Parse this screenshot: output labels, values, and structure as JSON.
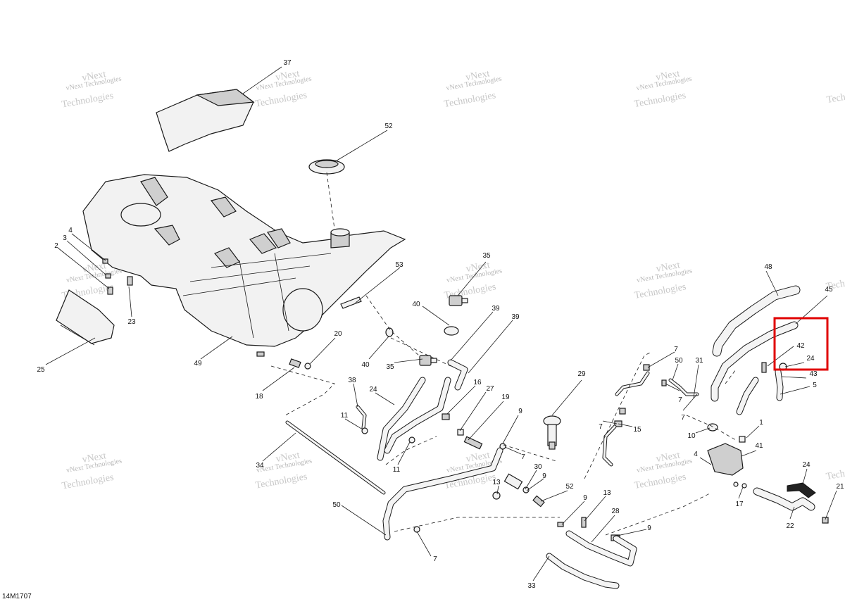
{
  "diagram_code": "14M1707",
  "watermark": {
    "line1": "vNext Technologies",
    "line2_a": "vNext",
    "line2_b": "Technologies"
  },
  "callouts": [
    {
      "id": "c37",
      "label": "37"
    },
    {
      "id": "c52a",
      "label": "52"
    },
    {
      "id": "c4a",
      "label": "4"
    },
    {
      "id": "c3",
      "label": "3"
    },
    {
      "id": "c2",
      "label": "2"
    },
    {
      "id": "c23",
      "label": "23"
    },
    {
      "id": "c25",
      "label": "25"
    },
    {
      "id": "c49",
      "label": "49"
    },
    {
      "id": "c53",
      "label": "53"
    },
    {
      "id": "c35a",
      "label": "35"
    },
    {
      "id": "c40a",
      "label": "40"
    },
    {
      "id": "c39a",
      "label": "39"
    },
    {
      "id": "c39b",
      "label": "39"
    },
    {
      "id": "c20",
      "label": "20"
    },
    {
      "id": "c18",
      "label": "18"
    },
    {
      "id": "c40b",
      "label": "40"
    },
    {
      "id": "c35b",
      "label": "35"
    },
    {
      "id": "c38",
      "label": "38"
    },
    {
      "id": "c24a",
      "label": "24"
    },
    {
      "id": "c11a",
      "label": "11"
    },
    {
      "id": "c11b",
      "label": "11"
    },
    {
      "id": "c16",
      "label": "16"
    },
    {
      "id": "c27",
      "label": "27"
    },
    {
      "id": "c19",
      "label": "19"
    },
    {
      "id": "c9a",
      "label": "9"
    },
    {
      "id": "c34",
      "label": "34"
    },
    {
      "id": "c50a",
      "label": "50"
    },
    {
      "id": "c7a",
      "label": "7"
    },
    {
      "id": "c13a",
      "label": "13"
    },
    {
      "id": "c30",
      "label": "30"
    },
    {
      "id": "c9b",
      "label": "9"
    },
    {
      "id": "c7b",
      "label": "7"
    },
    {
      "id": "c29",
      "label": "29"
    },
    {
      "id": "c52b",
      "label": "52"
    },
    {
      "id": "c9c",
      "label": "9"
    },
    {
      "id": "c13b",
      "label": "13"
    },
    {
      "id": "c28",
      "label": "28"
    },
    {
      "id": "c9d",
      "label": "9"
    },
    {
      "id": "c33",
      "label": "33"
    },
    {
      "id": "c7c",
      "label": "7"
    },
    {
      "id": "c50b",
      "label": "50"
    },
    {
      "id": "c31",
      "label": "31"
    },
    {
      "id": "c7d",
      "label": "7"
    },
    {
      "id": "c7e",
      "label": "7"
    },
    {
      "id": "c7f",
      "label": "7"
    },
    {
      "id": "c15",
      "label": "15"
    },
    {
      "id": "c10",
      "label": "10"
    },
    {
      "id": "c1",
      "label": "1"
    },
    {
      "id": "c41",
      "label": "41"
    },
    {
      "id": "c4b",
      "label": "4"
    },
    {
      "id": "c17",
      "label": "17"
    },
    {
      "id": "c48",
      "label": "48"
    },
    {
      "id": "c45",
      "label": "45"
    },
    {
      "id": "c42",
      "label": "42"
    },
    {
      "id": "c24b",
      "label": "24"
    },
    {
      "id": "c43",
      "label": "43"
    },
    {
      "id": "c5",
      "label": "5"
    },
    {
      "id": "c24c",
      "label": "24"
    },
    {
      "id": "c21",
      "label": "21"
    },
    {
      "id": "c22",
      "label": "22"
    }
  ],
  "highlight_color": "#e00000"
}
